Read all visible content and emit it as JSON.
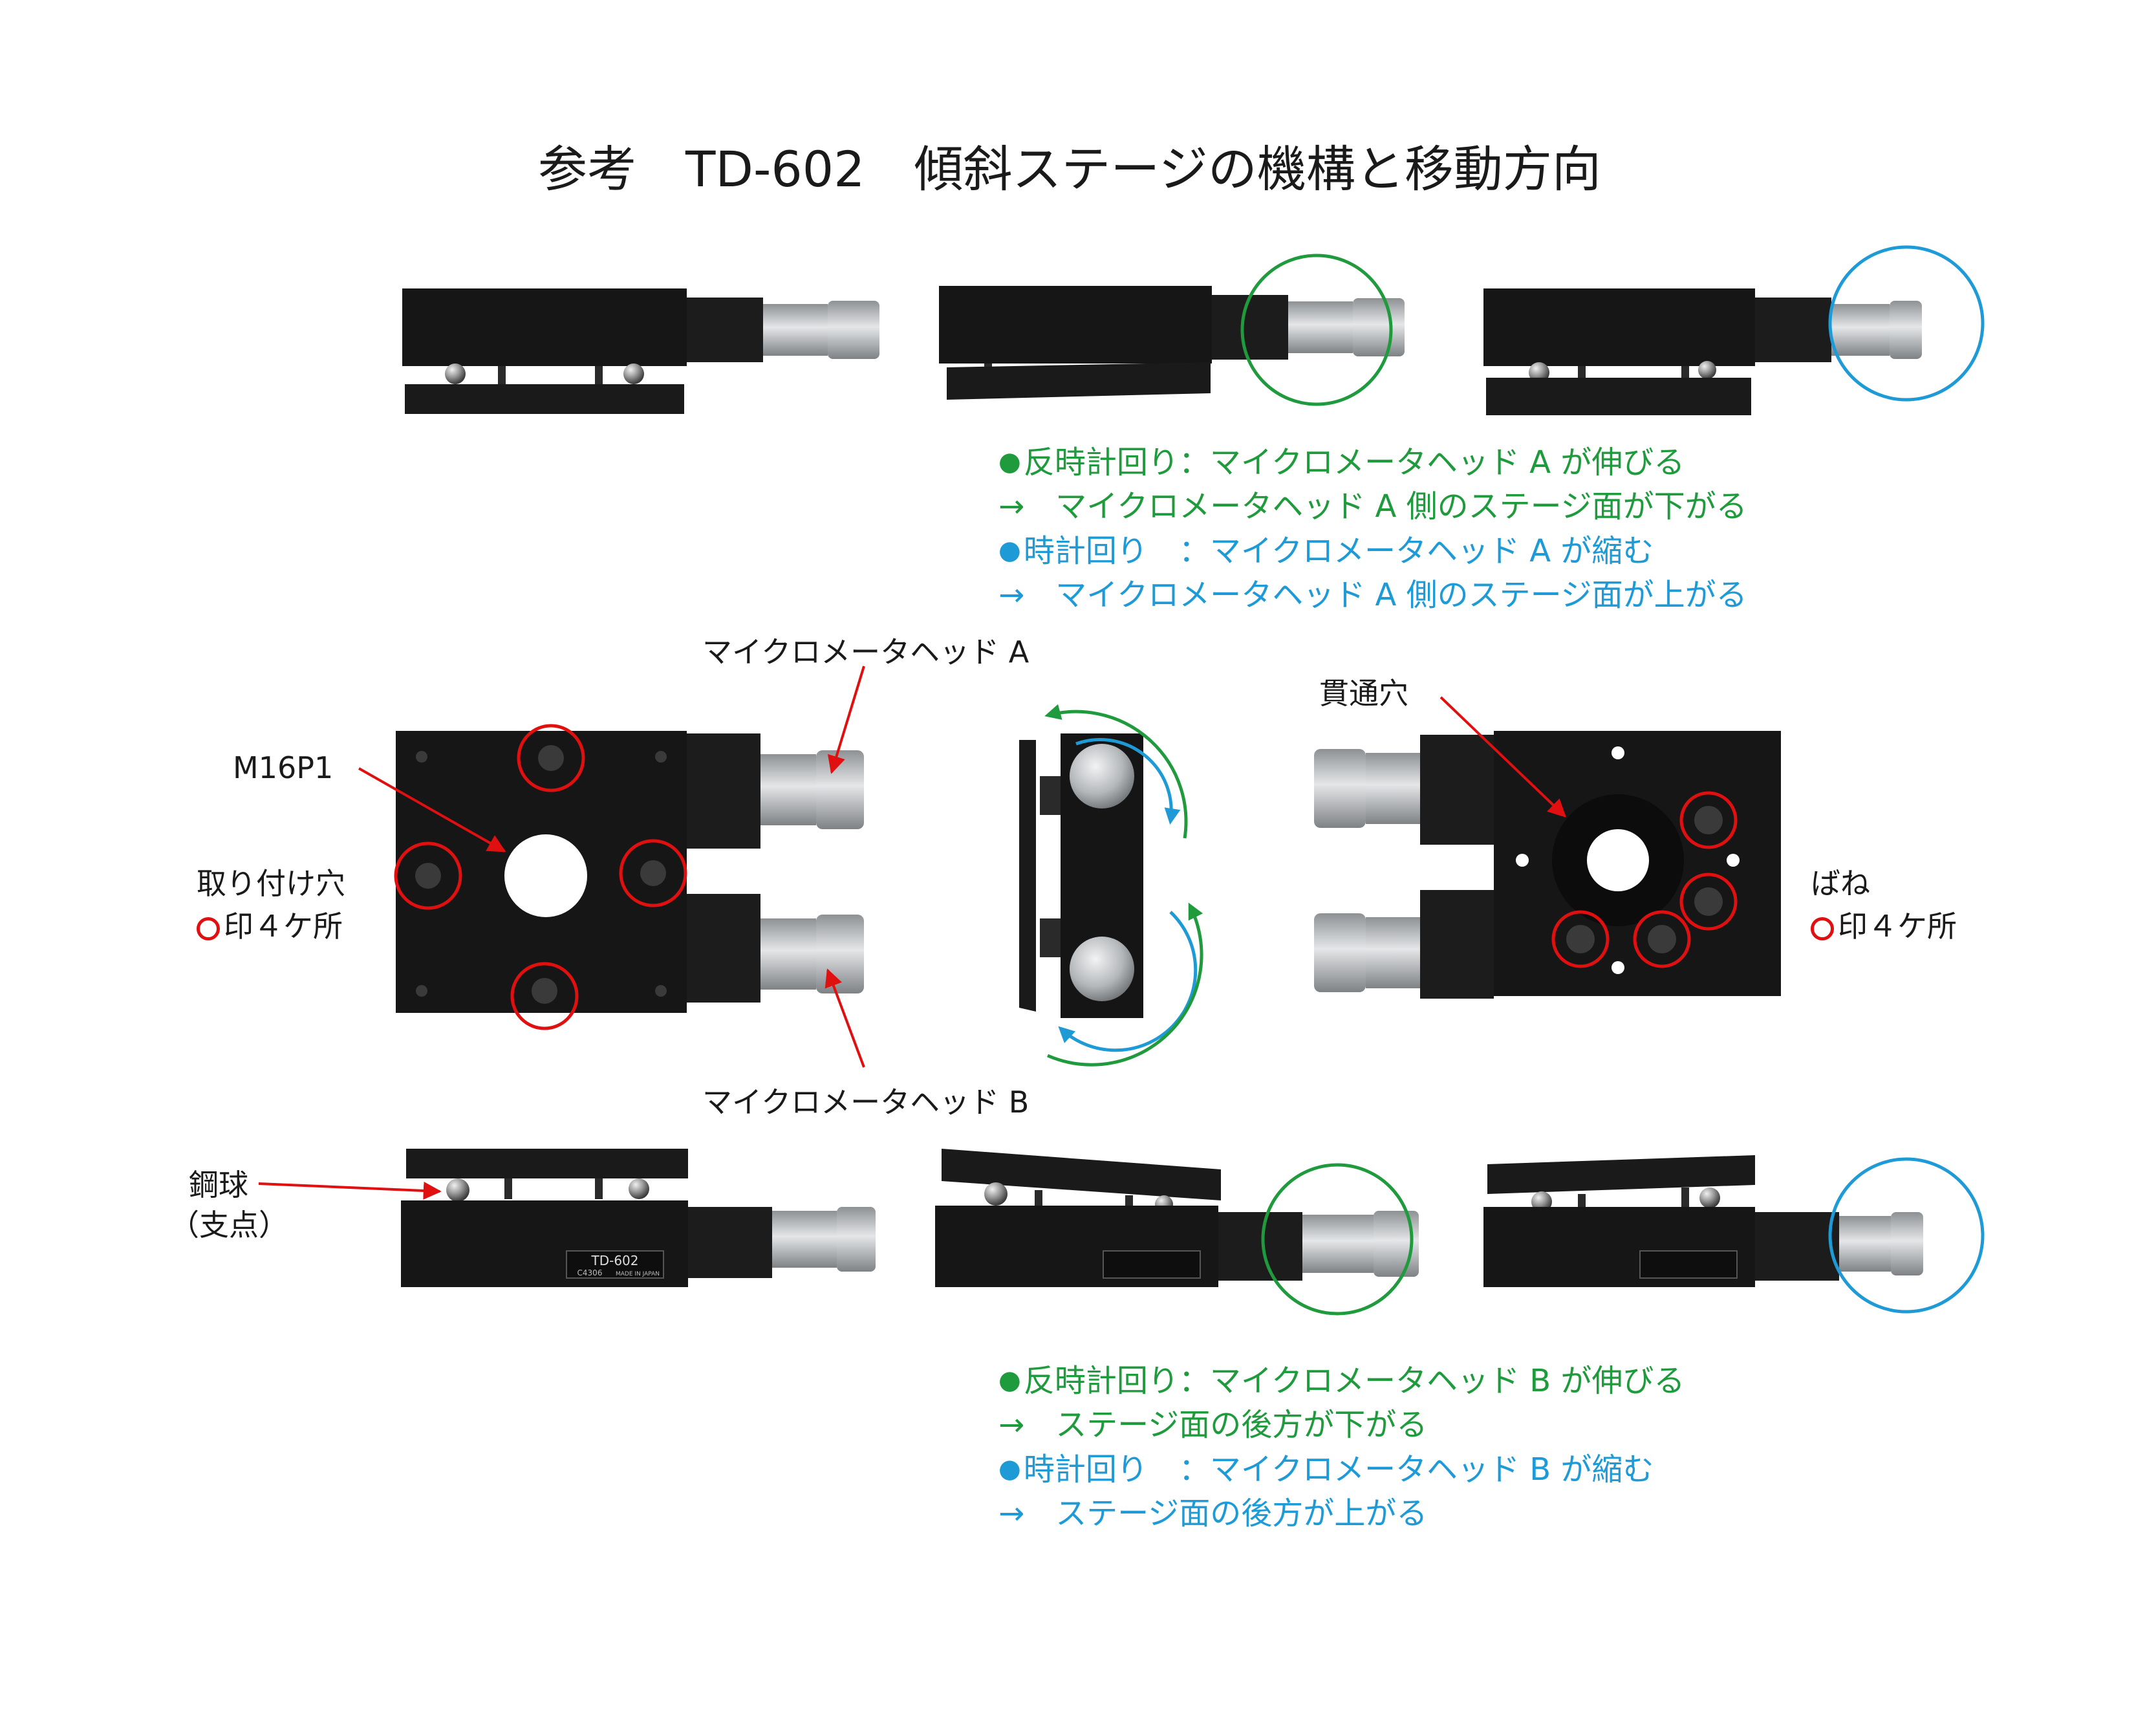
{
  "title": "参考　TD-602　傾斜ステージの機構と移動方向",
  "colors": {
    "green": "#1f9a3c",
    "blue": "#1e9ad6",
    "red": "#e01010",
    "stage": "#161616",
    "micrometer": "#b9bcbf"
  },
  "labels": {
    "micrometer_a": "マイクロメータヘッド A",
    "micrometer_b": "マイクロメータヘッド B",
    "m16p1": "M16P1",
    "mount_hole_1": "取り付け穴",
    "mount_hole_2": "印４ケ所",
    "through_hole": "貫通穴",
    "spring_1": "ばね",
    "spring_2": "印４ケ所",
    "steel_ball_1": "鋼球",
    "steel_ball_2": "（支点）"
  },
  "product_plate": {
    "model": "TD-602",
    "code": "C4306",
    "origin": "MADE IN JAPAN"
  },
  "notes_top": [
    {
      "bullet": "●",
      "text": "反時計回り：マイクロメータヘッド A が伸びる",
      "color": "green"
    },
    {
      "bullet": "",
      "text": "→　マイクロメータヘッド A 側のステージ面が下がる",
      "color": "green"
    },
    {
      "bullet": "●",
      "text": "時計回り　：マイクロメータヘッド A が縮む",
      "color": "blue"
    },
    {
      "bullet": "",
      "text": "→　マイクロメータヘッド A 側のステージ面が上がる",
      "color": "blue"
    }
  ],
  "notes_bottom": [
    {
      "bullet": "●",
      "text": "反時計回り：マイクロメータヘッド B が伸びる",
      "color": "green"
    },
    {
      "bullet": "",
      "text": "→　ステージ面の後方が下がる",
      "color": "green"
    },
    {
      "bullet": "●",
      "text": "時計回り　：マイクロメータヘッド B が縮む",
      "color": "blue"
    },
    {
      "bullet": "",
      "text": "→　ステージ面の後方が上がる",
      "color": "blue"
    }
  ]
}
